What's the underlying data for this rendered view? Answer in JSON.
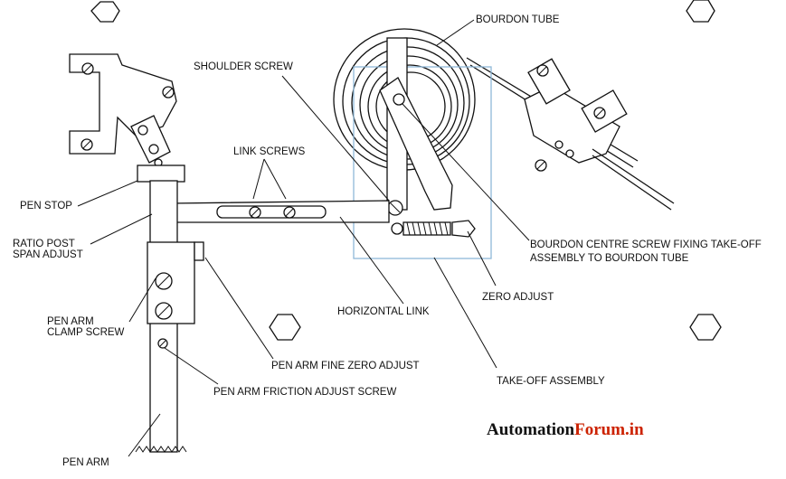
{
  "labels": {
    "bourdon_tube": "BOURDON TUBE",
    "shoulder_screw": "SHOULDER SCREW",
    "link_screws": "LINK SCREWS",
    "pen_stop": "PEN STOP",
    "ratio_post_line1": "RATIO POST",
    "ratio_post_line2": "SPAN ADJUST",
    "pen_arm_clamp_line1": "PEN ARM",
    "pen_arm_clamp_line2": "CLAMP SCREW",
    "horizontal_link": "HORIZONTAL LINK",
    "zero_adjust": "ZERO ADJUST",
    "bourdon_centre_line1": "BOURDON CENTRE SCREW FIXING TAKE-OFF",
    "bourdon_centre_line2": "ASSEMBLY TO BOURDON TUBE",
    "pen_arm_fine_zero": "PEN ARM FINE ZERO ADJUST",
    "pen_arm_friction": "PEN ARM FRICTION ADJUST SCREW",
    "take_off_assembly": "TAKE-OFF ASSEMBLY",
    "pen_arm": "PEN ARM"
  },
  "watermark": {
    "part1": "Automation",
    "part2": "Forum.in",
    "color_part2": "#cc2200"
  },
  "colors": {
    "line": "#111111",
    "take_off_box": "#8fb8d8"
  }
}
